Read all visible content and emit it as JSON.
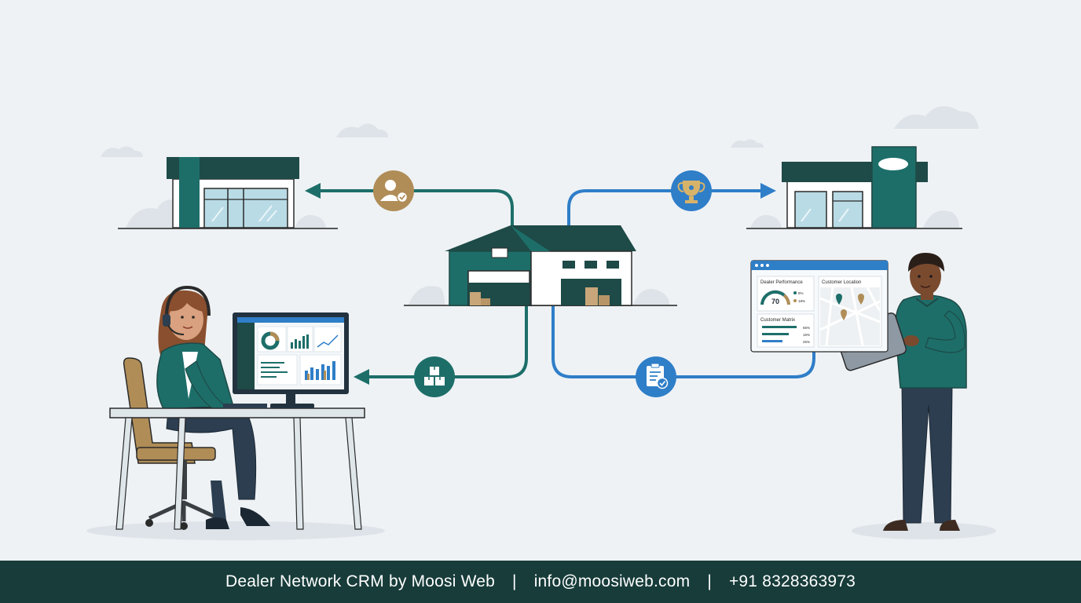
{
  "footer": {
    "brand": "Dealer Network CRM by Moosi Web",
    "separator": "|",
    "email": "info@moosiweb.com",
    "phone": "+91 8328363973"
  },
  "tablet_panel": {
    "dealer_performance": {
      "title": "Dealer Performance",
      "gauge_value": "70",
      "legend": [
        "8%",
        "18%"
      ]
    },
    "customer_location": {
      "title": "Customer Location"
    },
    "customer_matrix": {
      "title": "Customer Matrix",
      "rows": [
        "65%",
        "15%",
        "25%"
      ]
    }
  },
  "colors": {
    "teal": "#1d6e69",
    "dark_teal": "#1e4a47",
    "blue": "#2f7ec8",
    "gold": "#b08d57",
    "footer_bg": "#173c3a",
    "background": "#eef2f5"
  },
  "icons": {
    "dealer_user": "user-check-icon",
    "reward": "trophy-icon",
    "inventory": "boxes-icon",
    "orders": "clipboard-check-icon"
  }
}
